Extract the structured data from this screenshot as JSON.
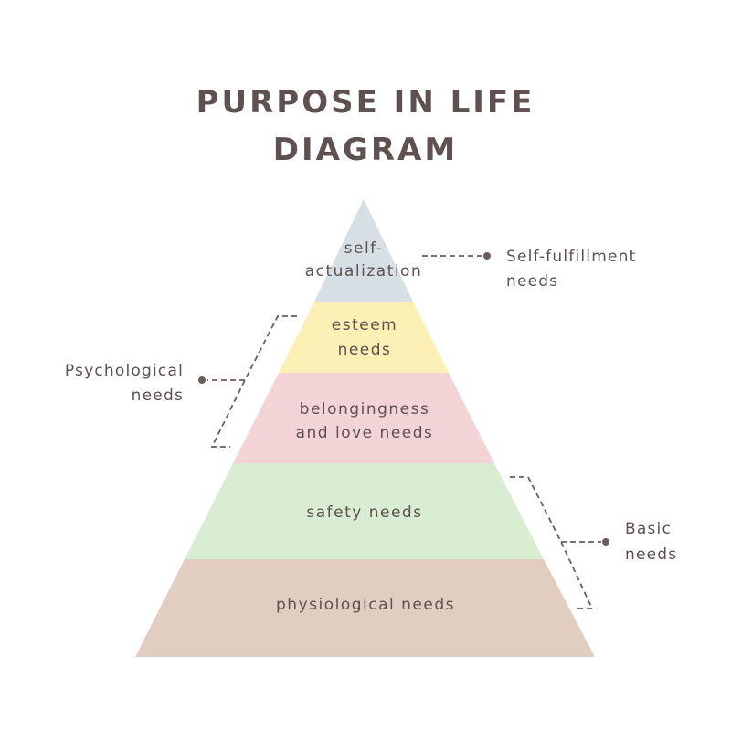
{
  "title": {
    "line1": "PURPOSE IN LIFE",
    "line2": "DIAGRAM"
  },
  "colors": {
    "text": "#5e5150",
    "connector": "#6a5d5c",
    "self_actualization": "#d5dfe4",
    "esteem": "#fdf0b5",
    "belonging": "#f2d4d6",
    "safety": "#d9edd3",
    "physiological": "#e2cdc1"
  },
  "tiers": {
    "self_actualization": {
      "line1": "self-",
      "line2": "actualization"
    },
    "esteem": {
      "line1": "esteem",
      "line2": "needs"
    },
    "belonging": {
      "line1": "belongingness",
      "line2": "and love needs"
    },
    "safety": {
      "line1": "safety needs"
    },
    "physiological": {
      "line1": "physiological needs"
    }
  },
  "groups": {
    "self_fulfillment": {
      "line1": "Self-fulfillment",
      "line2": "needs"
    },
    "psychological": {
      "line1": "Psychological",
      "line2": "needs"
    },
    "basic": {
      "line1": "Basic",
      "line2": "needs"
    }
  }
}
